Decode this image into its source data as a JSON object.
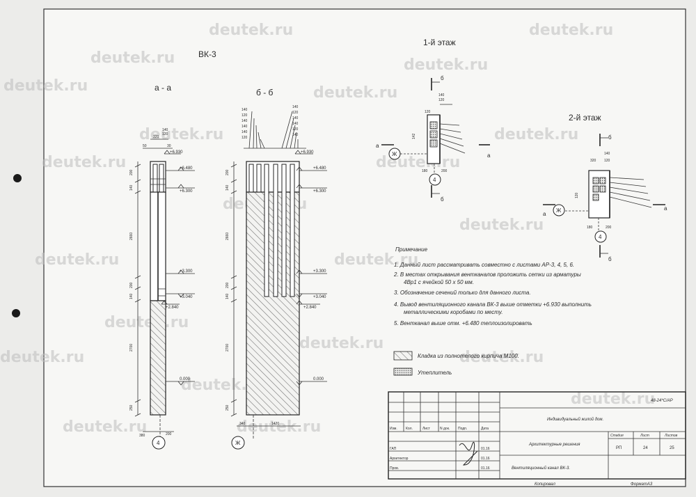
{
  "watermark": "deutek.ru",
  "titles": {
    "main": "ВК-3",
    "section_aa": "а - а",
    "section_bb": "б - б",
    "floor1": "1-й этаж",
    "floor2": "2-й этаж"
  },
  "elevations": [
    "+6.930",
    "+6.480",
    "+6.300",
    "+3.300",
    "+3.040",
    "+2.840",
    "0.000"
  ],
  "dims_aa": {
    "vertical": [
      "200",
      "140",
      "2660",
      "200",
      "140",
      "2700",
      "250"
    ],
    "top": [
      "140",
      "120",
      "320",
      "50",
      "30"
    ],
    "bottom": [
      "380",
      "200"
    ],
    "axis": "4"
  },
  "dims_bb": {
    "vertical": [
      "200",
      "140",
      "2660",
      "200",
      "140",
      "2700",
      "250"
    ],
    "top_fan_left": [
      "140",
      "120",
      "140",
      "140",
      "140",
      "120"
    ],
    "top_fan_right": [
      "140",
      "120",
      "140",
      "140",
      "120",
      "140"
    ],
    "bottom": [
      "340",
      "1420"
    ],
    "axis": "Ж"
  },
  "plan1": {
    "dims": [
      "140",
      "120",
      "142",
      "120",
      "180",
      "200"
    ],
    "axis_left": "Ж",
    "axis_bottom": "4",
    "cut_top": "б",
    "cut_bottom": "б",
    "cut_left": "а",
    "cut_right": "а"
  },
  "plan2": {
    "dims": [
      "140",
      "320",
      "120",
      "120",
      "180",
      "200"
    ],
    "axis_left": "Ж",
    "axis_bottom": "4",
    "cut_top": "б",
    "cut_bottom": "б",
    "cut_left": "а",
    "cut_right": "а"
  },
  "notes": {
    "heading": "Примечание",
    "items": [
      "1. Данный лист рассматривать совместно с листами АР-3, 4, 5, 6.",
      "2. В местах открывания вентканалов проложить сетки из арматуры",
      "4Вр1 с ячейкой 50 х 50 мм.",
      "3. Обозначение сечений только для данного листа.",
      "4. Вывод вентиляционного канала ВК-3 выше отметки +6.930 выполнить",
      "металлическими коробами по месту.",
      "5. Вентканал выше отм. +6.480 теплоизолировать"
    ]
  },
  "legend": [
    {
      "label": "Кладка из полнотелого кирпича М100."
    },
    {
      "label": "Утеплитель"
    }
  ],
  "stamp": {
    "code": "48-24*С/АР",
    "project": "Индивидуальный жилой дом.",
    "section": "Архитектурные решения",
    "sheet_title": "Вентиляционный канал ВК-3.",
    "headers": [
      "Изм.",
      "Кол.",
      "Лист",
      "N док.",
      "Подп.",
      "Дата"
    ],
    "roles": [
      "ГАП",
      "Архитектор",
      "Пров."
    ],
    "dates": [
      "01.16",
      "01.16",
      "01.16"
    ],
    "stage_label": "Стадия",
    "sheet_label": "Лист",
    "sheets_label": "Листов",
    "stage": "РП",
    "sheet": "24",
    "sheets": "25",
    "copied": "Копировал",
    "format": "ФорматА3"
  }
}
